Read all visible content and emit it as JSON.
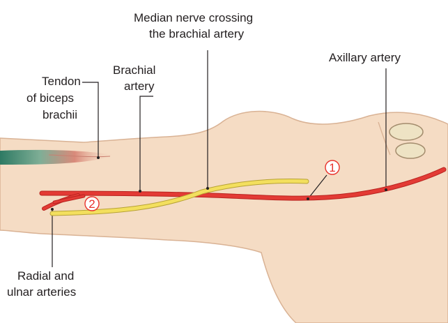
{
  "labels": {
    "median_nerve_line1": "Median nerve crossing",
    "median_nerve_line2": "the brachial artery",
    "axillary_artery": "Axillary artery",
    "brachial_line1": "Brachial",
    "brachial_line2": "artery",
    "tendon_line1": "Tendon",
    "tendon_line2": "of biceps",
    "tendon_line3": "brachii",
    "radial_line1": "Radial and",
    "radial_line2": "ulnar arteries"
  },
  "markers": {
    "marker_1": "1",
    "marker_2": "2"
  },
  "colors": {
    "skin": "#f5dcc4",
    "skin_outline": "#d9b294",
    "artery": "#e33b35",
    "artery_dark": "#b8231f",
    "nerve": "#f3df5e",
    "nerve_outline": "#b7a235",
    "leader": "#231f20",
    "marker": "#e8312b"
  }
}
